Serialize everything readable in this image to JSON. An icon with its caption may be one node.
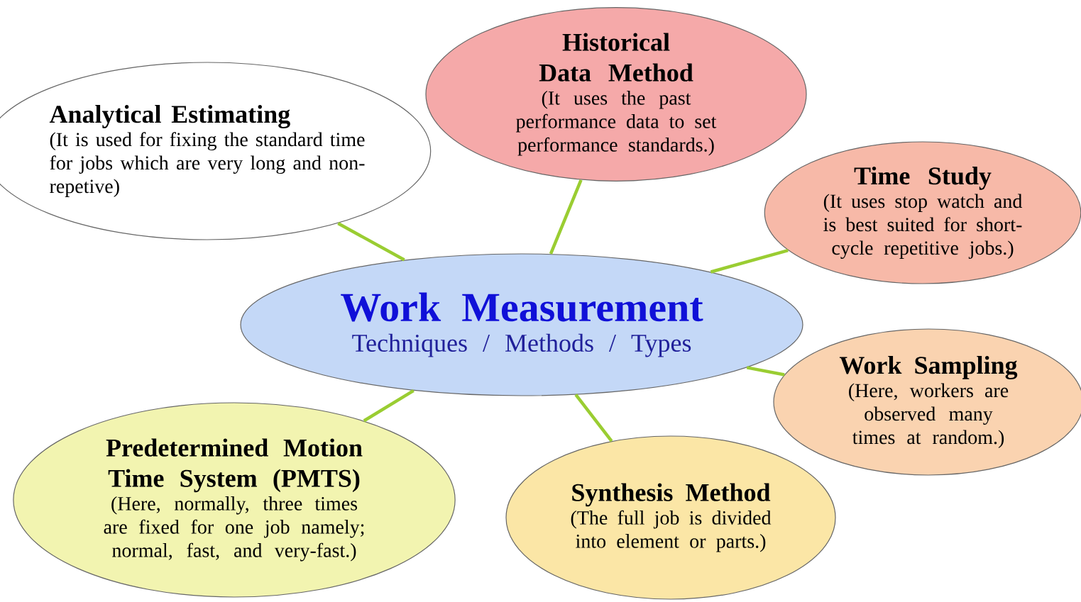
{
  "diagram": {
    "nodes": [
      {
        "text": [
          "Work Measurement",
          "Techniques / Methods / Types"
        ]
      },
      {
        "text": [
          "Analytical Estimating",
          "(It is used for fixing the standard time for jobs which are very long and non-repetive)"
        ]
      },
      {
        "text": [
          "Historical Data Method",
          "(It uses the past performance data to set performance standards.)"
        ]
      },
      {
        "text": [
          "Time Study",
          "(It uses stop watch and is best suited for short-cycle repetitive jobs.)"
        ]
      },
      {
        "text": [
          "Work Sampling",
          "(Here, workers are observed many times at random.)"
        ]
      },
      {
        "text": [
          "Synthesis Method",
          "(The full job is divided into element or parts.)"
        ]
      },
      {
        "text": [
          "Predetermined Motion Time System (PMTS)",
          "(Here, normally, three times are fixed for one job namely; normal, fast, and very-fast.)"
        ]
      }
    ],
    "edges": [
      {
        "from": 0,
        "to": 1,
        "arrow": "none"
      },
      {
        "from": 0,
        "to": 2,
        "arrow": "none"
      },
      {
        "from": 0,
        "to": 3,
        "arrow": "none"
      },
      {
        "from": 0,
        "to": 4,
        "arrow": "none"
      },
      {
        "from": 0,
        "to": 5,
        "arrow": "none"
      },
      {
        "from": 0,
        "to": 6,
        "arrow": "none"
      }
    ]
  }
}
